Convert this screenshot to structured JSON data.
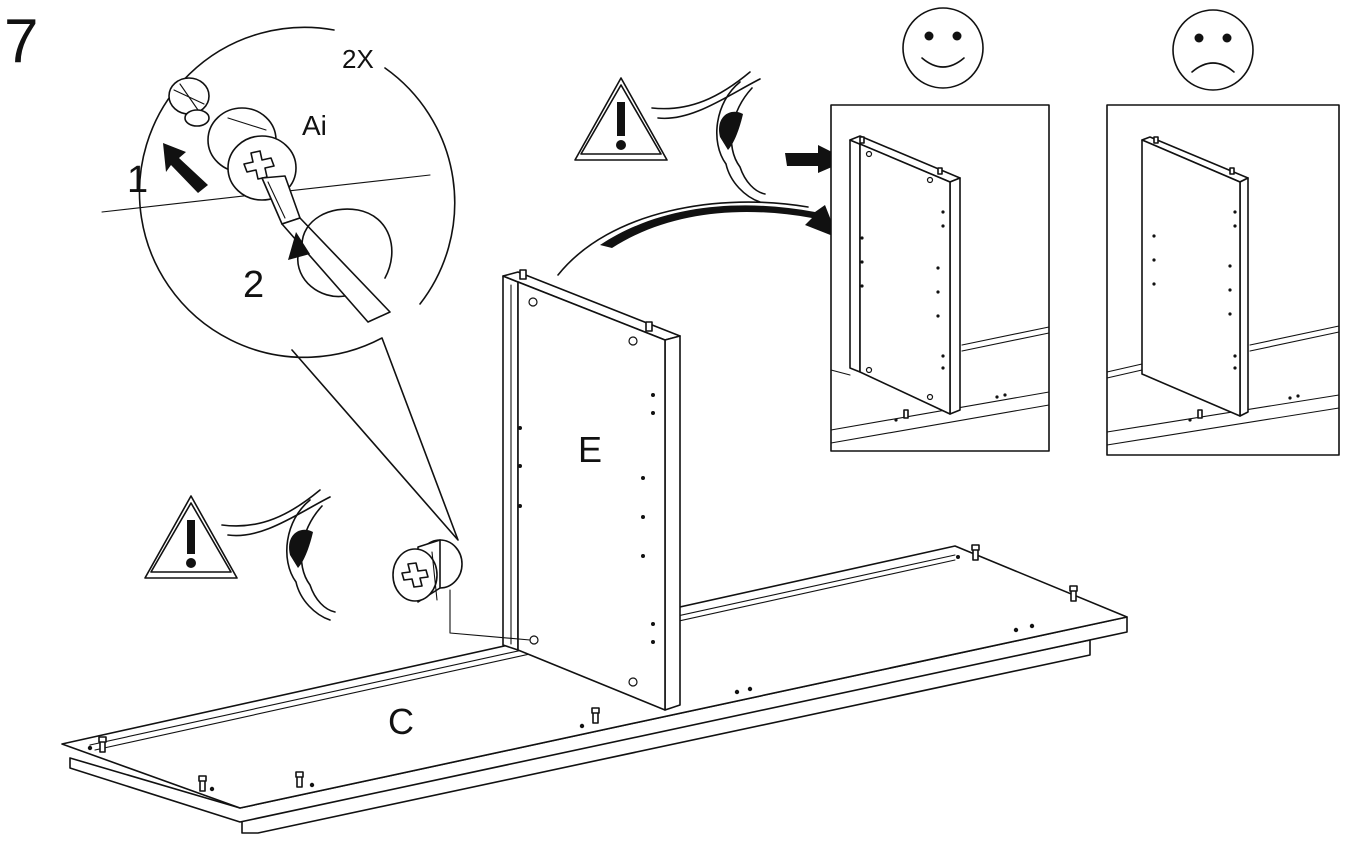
{
  "step": {
    "number": "7"
  },
  "detail": {
    "count_label": "2X",
    "part_label": "Ai",
    "step1_label": "1",
    "step2_label": "2"
  },
  "parts": {
    "panel_e": "E",
    "panel_c": "C"
  },
  "faces": {
    "correct": "happy-face-icon",
    "wrong": "sad-face-icon"
  },
  "warnings": {
    "icon": "warning-triangle-icon"
  }
}
